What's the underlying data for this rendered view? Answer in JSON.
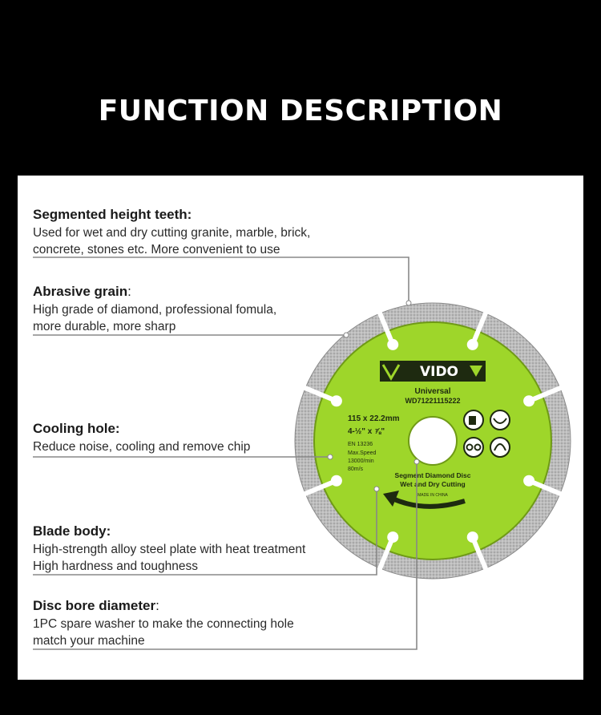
{
  "title": "FUNCTION DESCRIPTION",
  "features": [
    {
      "heading": "Segmented height teeth:",
      "colon": "",
      "description": "Used for wet and dry cutting granite, marble, brick,\nconcrete, stones etc. More convenient to use"
    },
    {
      "heading": "Abrasive grain",
      "colon": ":",
      "description": "High grade of diamond, professional fomula,\nmore durable, more sharp"
    },
    {
      "heading": "Cooling hole:",
      "colon": "",
      "description": "Reduce noise, cooling and remove chip"
    },
    {
      "heading": "Blade body:",
      "colon": "",
      "description": "High-strength alloy steel plate with heat treatment\nHigh hardness and toughness"
    },
    {
      "heading": "Disc bore diameter",
      "colon": ":",
      "description": "1PC spare washer to make the connecting hole\nmatch your machine"
    }
  ],
  "disc": {
    "brand": "VIDO",
    "line1": "Universal",
    "model": "WD71221115222",
    "size": "115 x 22.2mm",
    "size_inch": "4-½\" x ⅞\"",
    "standard": "EN 13236",
    "speed_label": "Max.Speed",
    "rpm": "13000/min",
    "ms": "80m/s",
    "type": "Segment Diamond Disc",
    "use": "Wet and Dry Cutting",
    "origin": "MADE IN CHINA",
    "colors": {
      "body": "#9ed62a",
      "segment": "#b8b8b8",
      "ink": "#1e2a10"
    }
  }
}
